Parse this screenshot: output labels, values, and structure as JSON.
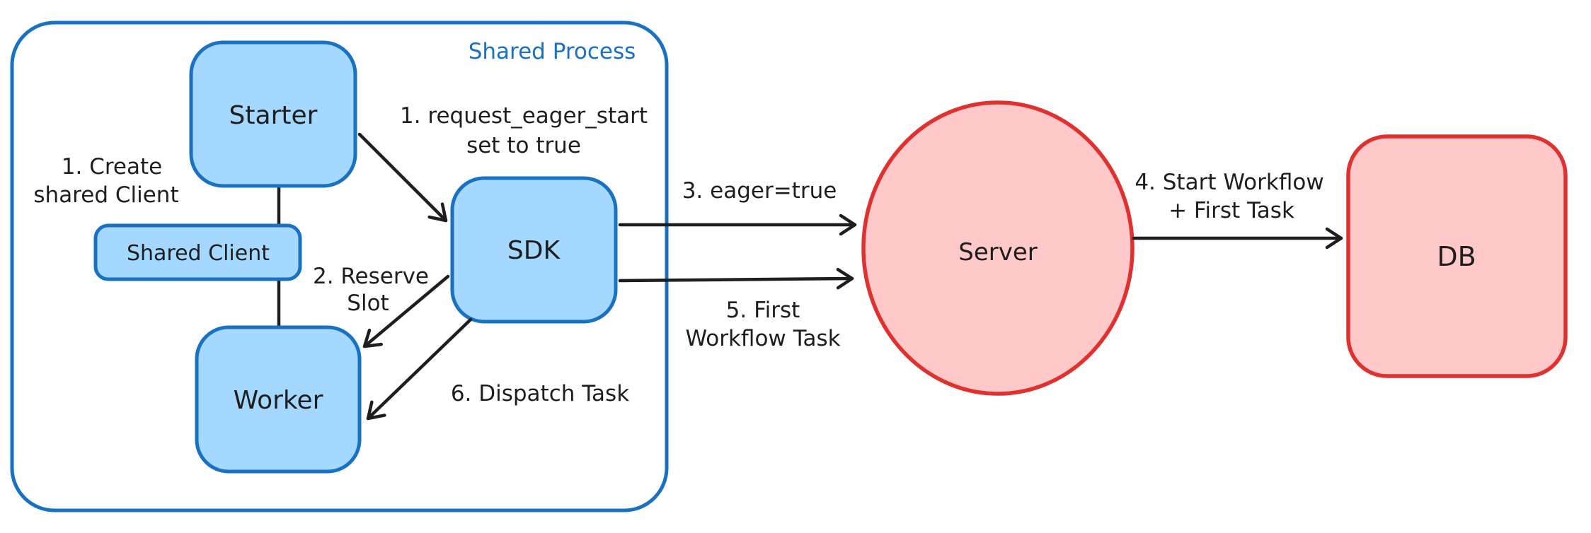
{
  "diagram": {
    "title_region": {
      "shared_process_label": "Shared Process"
    },
    "nodes": {
      "starter": {
        "label": "Starter"
      },
      "shared_client": {
        "label": "Shared Client"
      },
      "worker": {
        "label": "Worker"
      },
      "sdk": {
        "label": "SDK"
      },
      "server": {
        "label": "Server"
      },
      "db": {
        "label": "DB"
      }
    },
    "annotations": {
      "create_shared_client": {
        "line1": "1. Create",
        "line2": "shared Client"
      },
      "request_eager_start": {
        "line1": "1. request_eager_start",
        "line2": "set to true"
      },
      "reserve_slot": {
        "line1": "2. Reserve",
        "line2": "Slot"
      },
      "dispatch_task": {
        "label": "6. Dispatch Task"
      },
      "eager_true": {
        "label": "3. eager=true"
      },
      "first_workflow_task": {
        "line1": "5. First",
        "line2": "Workflow Task"
      },
      "start_workflow": {
        "line1": "4. Start Workflow",
        "line2": "+ First Task"
      }
    },
    "colors": {
      "background": "#ffffff",
      "ink": "#1e1e1e",
      "blue_stroke": "#1971c2",
      "blue_fill": "#a5d8ff",
      "red_stroke": "#e03131",
      "red_fill": "#ffc9c9"
    }
  }
}
